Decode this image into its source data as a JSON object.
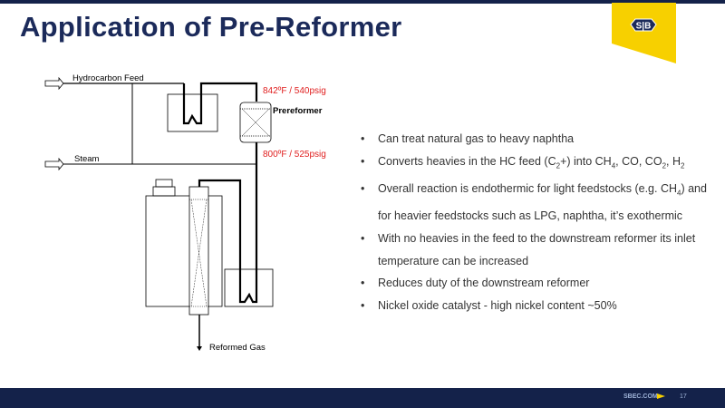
{
  "title": "Application of Pre-Reformer",
  "logo_text": "S&B",
  "footer": {
    "site": "SBEC.COM",
    "page": "17"
  },
  "diagram": {
    "hc_feed": "Hydrocarbon Feed",
    "steam": "Steam",
    "inlet": "842ºF / 540psig",
    "prereformer": "Prereformer",
    "outlet": "800ºF / 525psig",
    "reformed_gas": "Reformed Gas"
  },
  "bullets": [
    {
      "html": "Can treat natural gas to heavy naphtha"
    },
    {
      "html": "Converts heavies in the HC feed (C<sub>2</sub>+) into CH<sub>4</sub>, CO, CO<sub>2</sub>, H<sub>2</sub>"
    },
    {
      "html": "Overall reaction is endothermic for light feedstocks (e.g. CH<sub>4</sub>) and for heavier feedstocks such as LPG, naphtha, it’s exothermic"
    },
    {
      "html": "With no heavies in the feed to the downstream reformer its inlet temperature can be increased"
    },
    {
      "html": "Reduces duty of the downstream reformer"
    },
    {
      "html": "Nickel oxide catalyst - high nickel content ~50%"
    }
  ],
  "colors": {
    "navy": "#14224a",
    "yellow": "#f7d000",
    "red": "#e02020"
  }
}
